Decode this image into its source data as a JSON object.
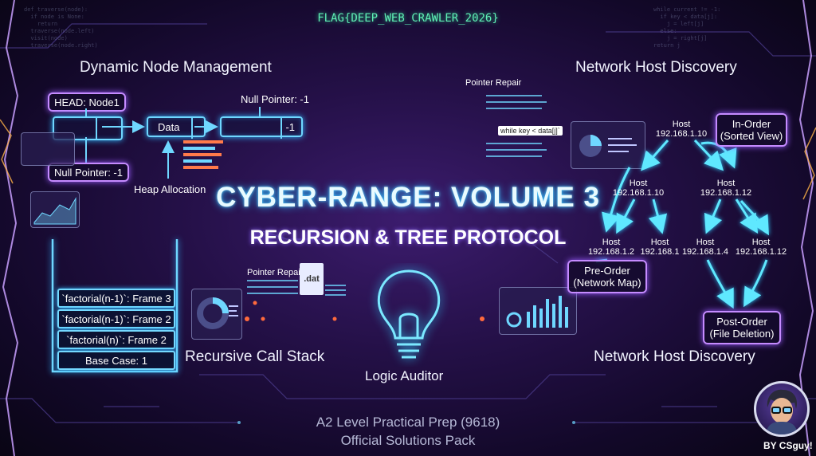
{
  "flag": "FLAG{DEEP_WEB_CRAWLER_2026}",
  "title": {
    "line1": "CYBER-RANGE: VOLUME 3",
    "line2": "RECURSION & TREE PROTOCOL"
  },
  "footer": {
    "line1": "A2 Level Practical Prep (9618)",
    "line2": "Official Solutions Pack"
  },
  "credit": "BY CSguy!",
  "node_mgmt": {
    "heading": "Dynamic Node Management",
    "head_label": "HEAD: Node1",
    "null_top": "Null Pointer: -1",
    "null_bottom": "Null Pointer: -1",
    "data_label": "Data",
    "end_value": "-1",
    "heap_label": "Heap Allocation"
  },
  "call_stack": {
    "heading": "Recursive Call Stack",
    "frames": [
      "`factorial(n-1)`: Frame 3",
      "`factorial(n-1)`: Frame 2",
      "`factorial(n)`: Frame 2",
      "Base Case: 1"
    ]
  },
  "center": {
    "pointer_repair": "Pointer Repair",
    "file_ext": ".dat",
    "logic_auditor": "Logic Auditor"
  },
  "network": {
    "heading_top": "Network Host Discovery",
    "heading_bottom": "Network Host Discovery",
    "pointer_repair": "Pointer Repair",
    "while_text": "while key < data[j]`",
    "host_word": "Host",
    "hosts": {
      "root": "192.168.1.10",
      "left": "192.168.1.10",
      "right": "192.168.1.12",
      "ll": "192.168.1.2",
      "lr": "192.168.1",
      "rl": "192.168.1.4",
      "rr": "192.168.1.12"
    },
    "in_order": [
      "In-Order",
      "(Sorted View)"
    ],
    "pre_order": [
      "Pre-Order",
      "(Network Map)"
    ],
    "post_order": [
      "Post-Order",
      "(File Deletion)"
    ]
  },
  "colors": {
    "accent_blue": "#6fd7ff",
    "accent_purple": "#c58bff",
    "flag_green": "#5ff0b5",
    "bulb_cyan": "#7be8ff"
  }
}
